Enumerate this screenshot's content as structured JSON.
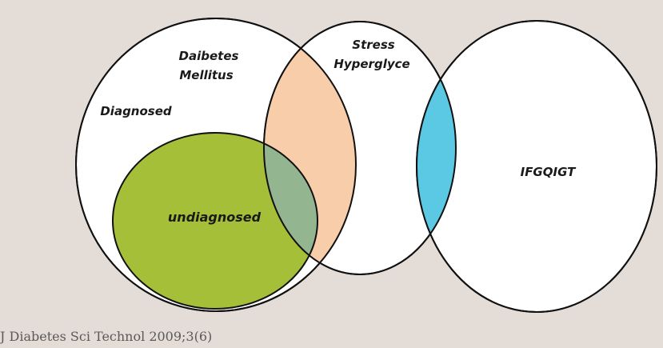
{
  "sets": {
    "diabetes_mellitus": {
      "label_line1": "Daibetes",
      "label_line2": "Mellitus"
    },
    "diagnosed": {
      "label": "Diagnosed"
    },
    "undiagnosed": {
      "label": "undiagnosed"
    },
    "stress_hyperglycemia": {
      "label_line1": "Stress",
      "label_line2": "Hyperglyce"
    },
    "ifg_igt": {
      "label": "IFGQIGT"
    }
  },
  "colors": {
    "background": "#e4dcd7",
    "circle_fill": "#ffffff",
    "stroke": "#111111",
    "undiagnosed_fill": "#a6bf38",
    "dm_stress_overlap": "#f8ceaa",
    "undiagnosed_stress_overlap": "#93b690",
    "stress_ifg_overlap": "#5bc8e4"
  },
  "citation": "J Diabetes Sci Technol 2009;3(6)"
}
